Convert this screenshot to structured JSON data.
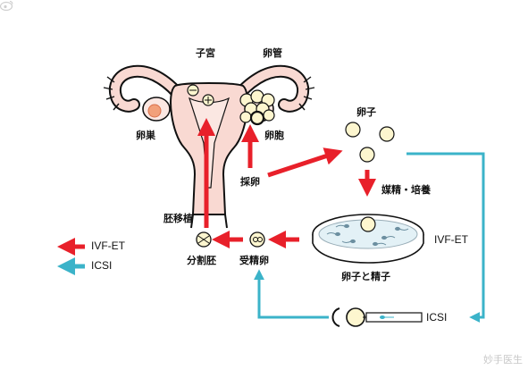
{
  "labels": {
    "uterus": "子宮",
    "fallopian_tube": "卵管",
    "ovary": "卵巣",
    "follicle": "卵胞",
    "egg_retrieval": "採卵",
    "egg": "卵子",
    "insemination_culture": "媒精・培養",
    "egg_and_sperm": "卵子と精子",
    "embryo_transfer": "胚移植",
    "cleavage_embryo": "分割胚",
    "fertilized_egg": "受精卵",
    "ivf_et_path": "IVF-ET",
    "icsi_path": "ICSI"
  },
  "legend": [
    {
      "label": "IVF-ET",
      "color": "#e8202a"
    },
    {
      "label": "ICSI",
      "color": "#3bb3c9"
    }
  ],
  "colors": {
    "ivf": "#e8202a",
    "icsi": "#3bb3c9",
    "uterus_fill": "#f9d9d2",
    "egg_fill": "#fdf6cf"
  },
  "watermark": "妙手医生"
}
